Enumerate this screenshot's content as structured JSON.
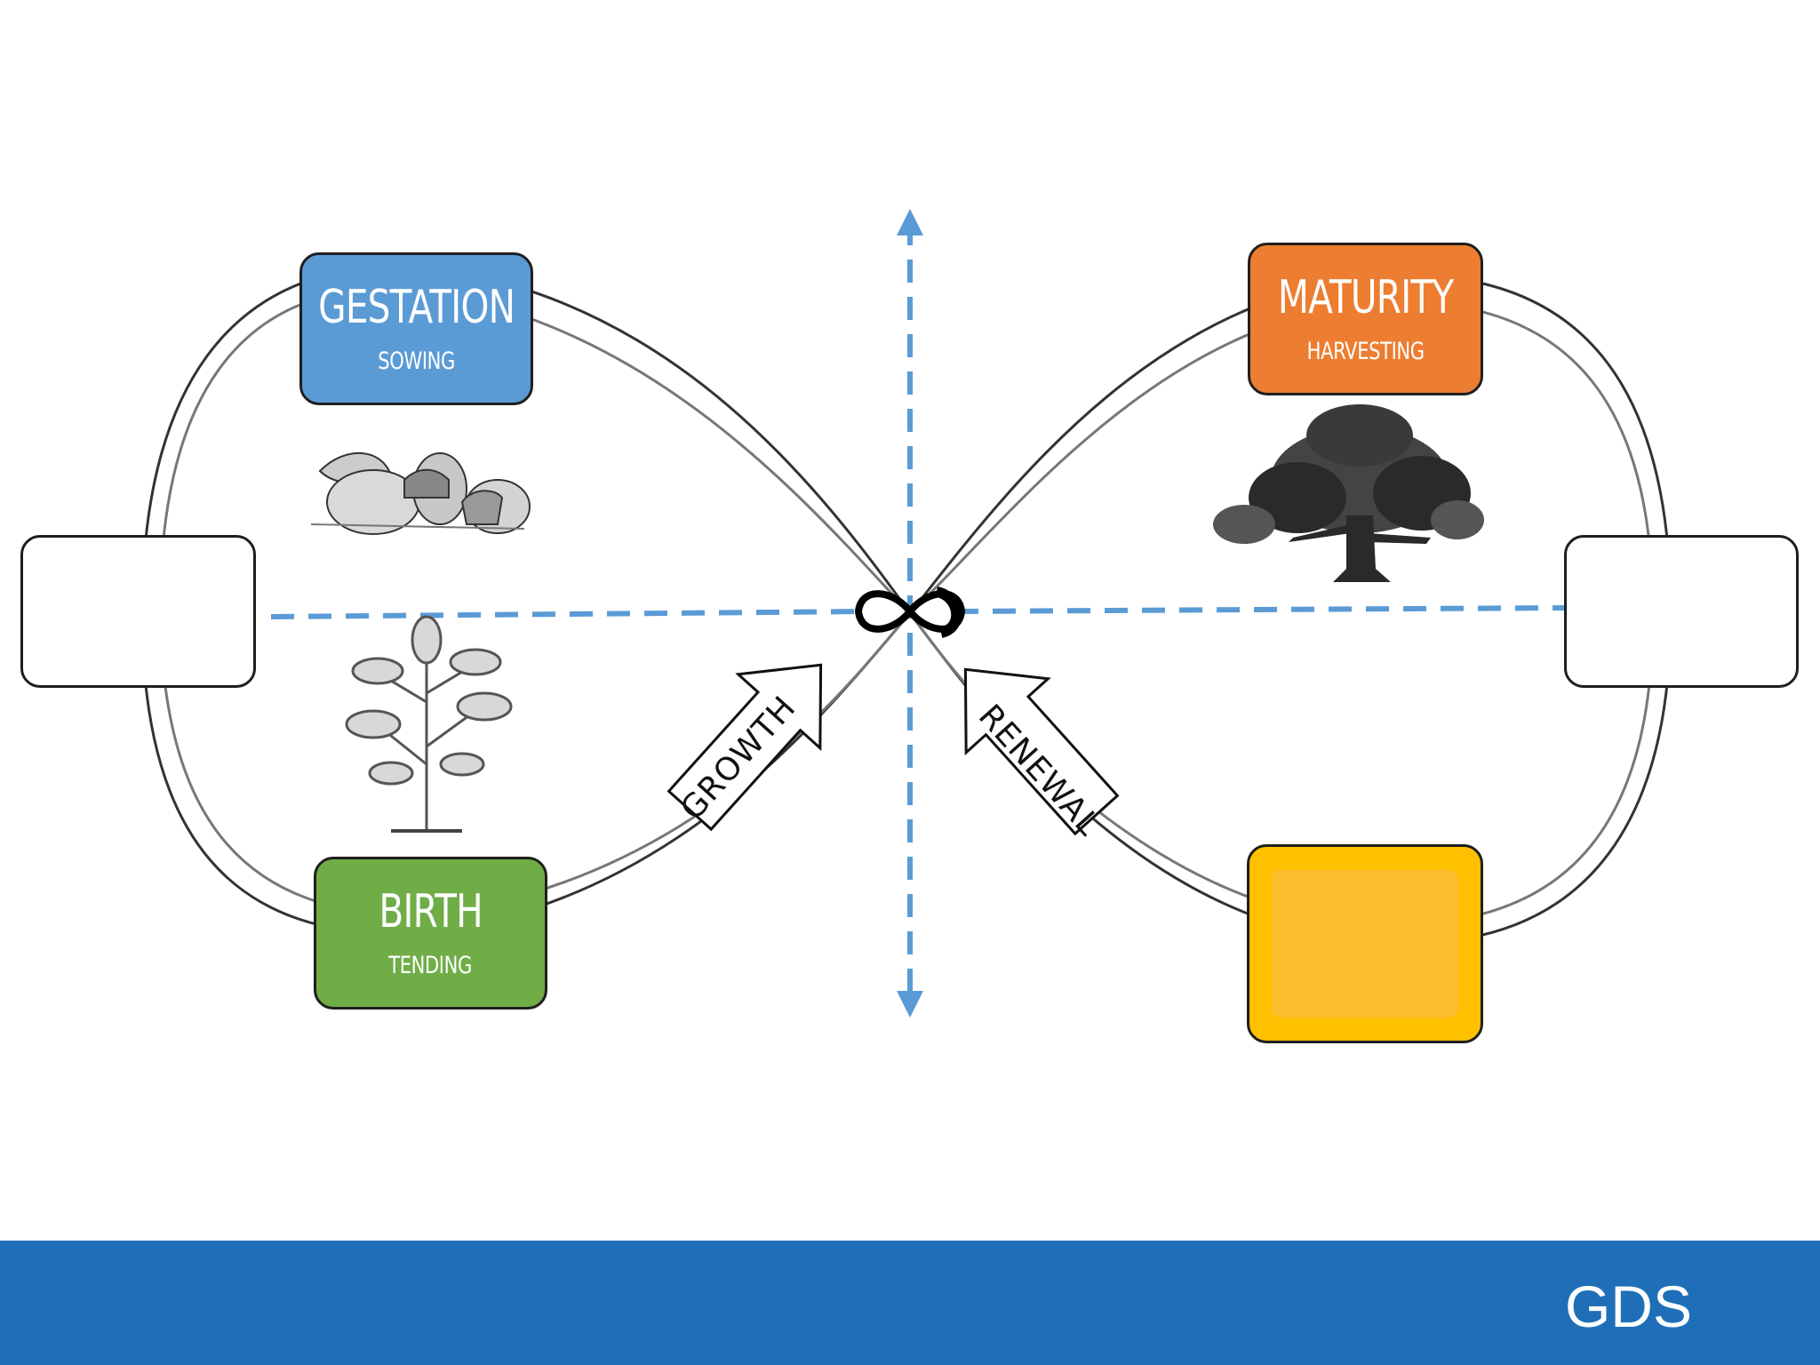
{
  "stages": {
    "gestation": {
      "title": "GESTATION",
      "subtitle": "SOWING",
      "color": "#5b9bd5"
    },
    "maturity": {
      "title": "MATURITY",
      "subtitle": "HARVESTING",
      "color": "#ed7d31"
    },
    "birth": {
      "title": "BIRTH",
      "subtitle": "TENDING",
      "color": "#70ad47"
    },
    "yellow_box": {
      "color": "#ffc000"
    }
  },
  "arrows": {
    "growth": "GROWTH",
    "renewal": "RENEWAL"
  },
  "illustrations": [
    "acorns-icon",
    "oak-tree-icon",
    "oak-sapling-icon",
    "infinity-icon"
  ],
  "axis_color": "#5b9bd5",
  "footer": {
    "label": "GDS",
    "color": "#1f6fb8"
  }
}
